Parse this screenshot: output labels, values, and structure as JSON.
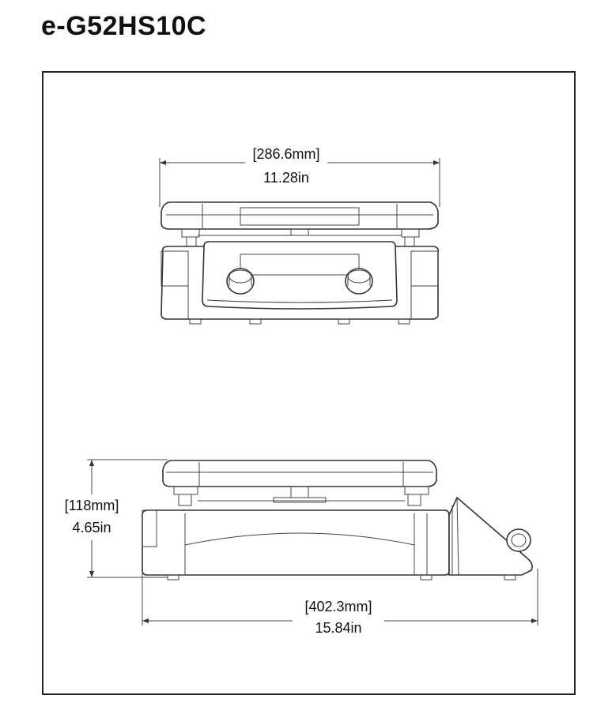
{
  "title": "e-G52HS10C",
  "front_view": {
    "width_mm": "[286.6mm]",
    "width_in": "11.28in"
  },
  "side_view": {
    "height_mm": "[118mm]",
    "height_in": "4.65in",
    "depth_mm": "[402.3mm]",
    "depth_in": "15.84in"
  }
}
